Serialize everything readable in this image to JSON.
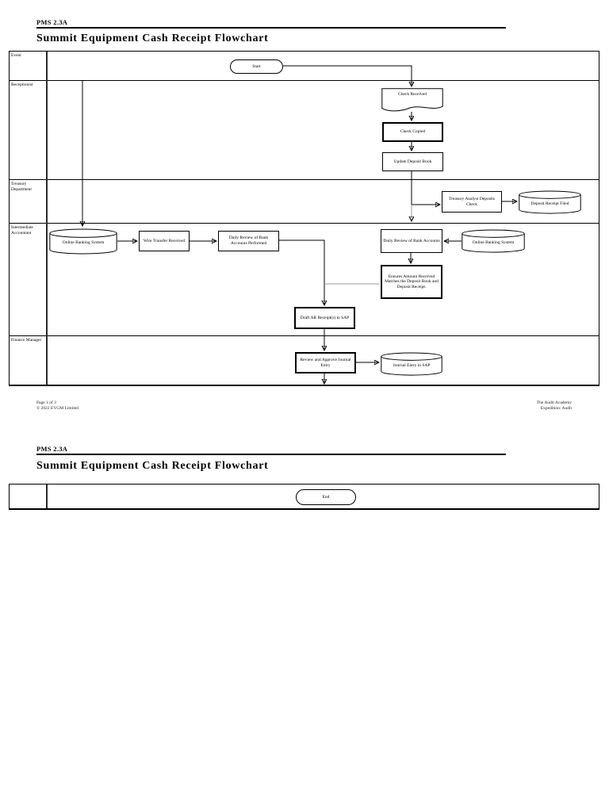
{
  "doc": {
    "code": "PMS 2.3A",
    "title": "Summit Equipment Cash Receipt Flowchart"
  },
  "colors": {
    "ink": "#000000",
    "muted_line": "#9a9a9a",
    "paper": "#ffffff"
  },
  "page1": {
    "lanes": [
      "Event",
      "Receptionist",
      "Treasury Department",
      "Intermediate Accountant",
      "Finance Manager"
    ],
    "footer": {
      "page_number": "Page 1 of 3",
      "copyright": "© 2022 EYGM Limited",
      "org": "The Audit Academy",
      "program": "Expedition: Audit"
    }
  },
  "nodes": {
    "start": {
      "label": "Start",
      "type": "terminator"
    },
    "check_received": {
      "label": "Check Received",
      "type": "document"
    },
    "check_copied": {
      "label": "Check Copied",
      "type": "process"
    },
    "update_deposit_book": {
      "label": "Update Deposit Book",
      "type": "process"
    },
    "treasury_analyst_deposits_check": {
      "label": "Treasury Analyst Deposits Check",
      "type": "process"
    },
    "deposit_receipt_filed": {
      "label": "Deposit Receipt Filed",
      "type": "datastore"
    },
    "online_banking_system_left": {
      "label": "Online Banking System",
      "type": "datastore"
    },
    "wire_transfer_received": {
      "label": "Wire Transfer Received",
      "type": "process"
    },
    "daily_review_bank_accounts_performed": {
      "label": "Daily Review of Bank Accounts Performed",
      "type": "process"
    },
    "daily_review_bank_accounts": {
      "label": "Daily Review of Bank Accounts",
      "type": "process"
    },
    "online_banking_system_right": {
      "label": "Online Banking System",
      "type": "datastore"
    },
    "ensures_amount_received": {
      "label": "Ensures Amount Received Matches the Deposit Book and Deposit Receipt.",
      "type": "process"
    },
    "draft_ar_receipts_sap": {
      "label": "Draft AR Receipt(s) in SAP",
      "type": "process"
    },
    "review_approve_journal_entry": {
      "label": "Review and Approve Journal Entry",
      "type": "process"
    },
    "journal_entry_in_sap": {
      "label": "Journal Entry in SAP",
      "type": "datastore"
    },
    "end": {
      "label": "End",
      "type": "terminator"
    }
  }
}
